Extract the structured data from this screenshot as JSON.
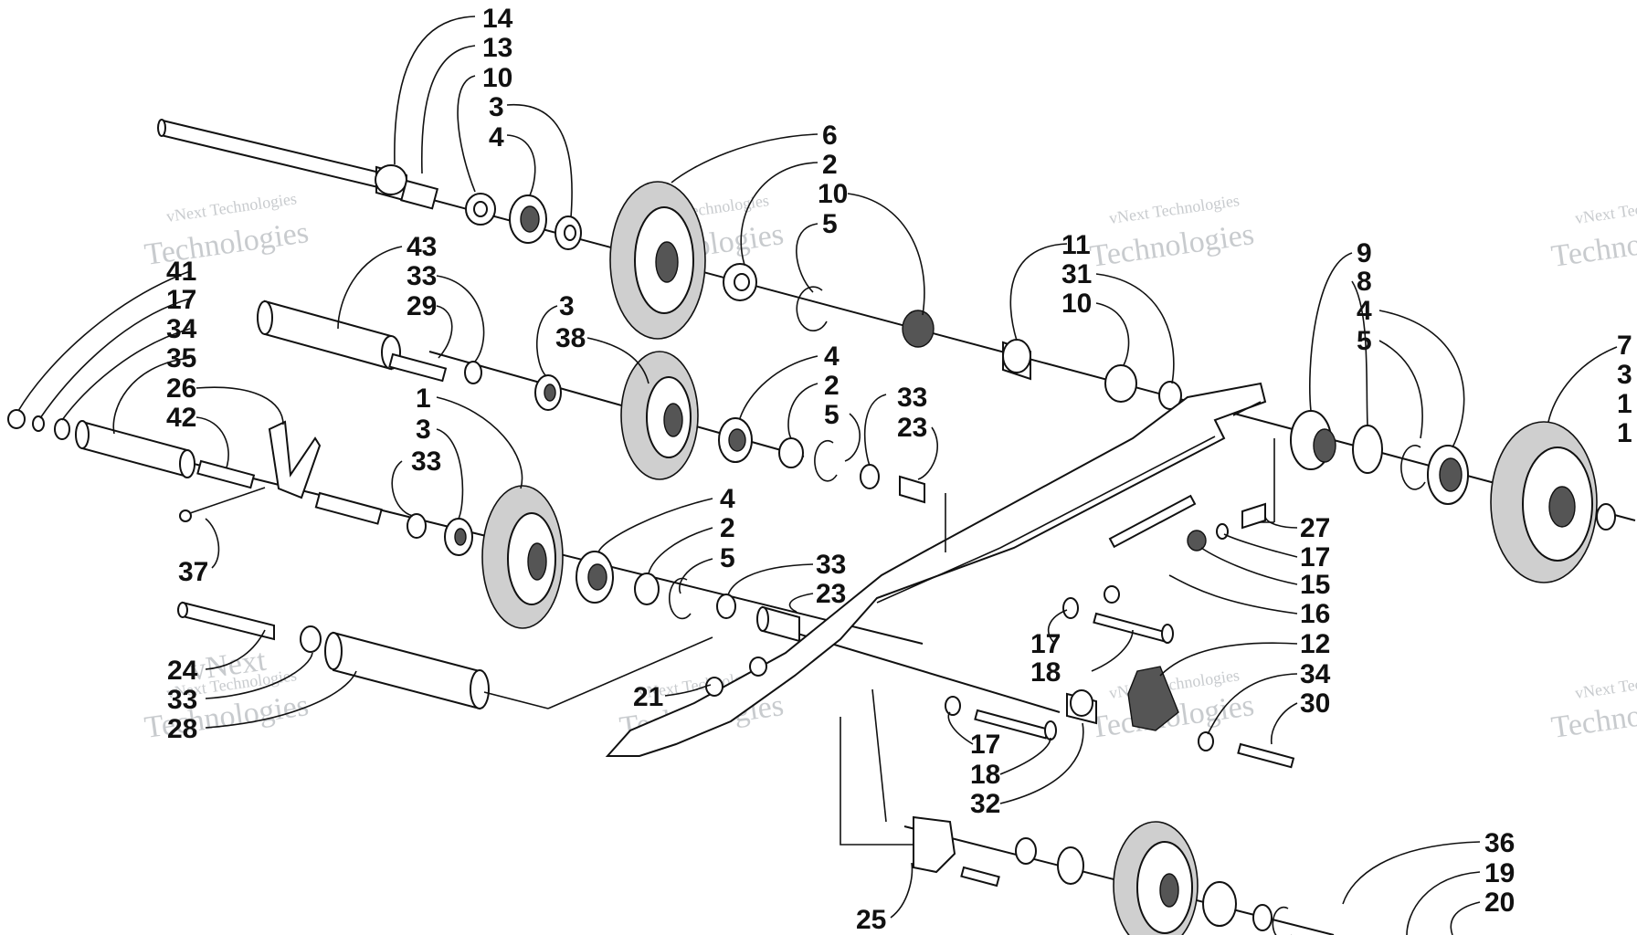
{
  "diagram": {
    "watermark": {
      "line1": "vNext Technologies",
      "line2": "Technologies",
      "line3": "vNext"
    },
    "labels": {
      "14": "14",
      "13": "13",
      "10a": "10",
      "3a": "3",
      "4a": "4",
      "6": "6",
      "2a": "2",
      "10b": "10",
      "5a": "5",
      "11": "11",
      "31": "31",
      "10c": "10",
      "9": "9",
      "8": "8",
      "4b": "4",
      "5b": "5",
      "7": "7",
      "3b": "3",
      "1b": "1",
      "1c": "1",
      "41": "41",
      "17a": "17",
      "34a": "34",
      "35": "35",
      "26": "26",
      "42": "42",
      "43": "43",
      "33a": "33",
      "29": "29",
      "3c": "3",
      "38": "38",
      "4c": "4",
      "2b": "2",
      "5c": "5",
      "33b": "33",
      "23a": "23",
      "1a": "1",
      "3d": "3",
      "33c": "33",
      "37": "37",
      "4d": "4",
      "2c": "2",
      "5d": "5",
      "33d": "33",
      "23b": "23",
      "27": "27",
      "17b": "17",
      "15": "15",
      "16": "16",
      "12": "12",
      "34b": "34",
      "30": "30",
      "17c": "17",
      "18a": "18",
      "24": "24",
      "33e": "33",
      "28": "28",
      "21": "21",
      "17d": "17",
      "18b": "18",
      "32": "32",
      "25": "25",
      "36": "36",
      "19": "19",
      "20": "20"
    }
  }
}
